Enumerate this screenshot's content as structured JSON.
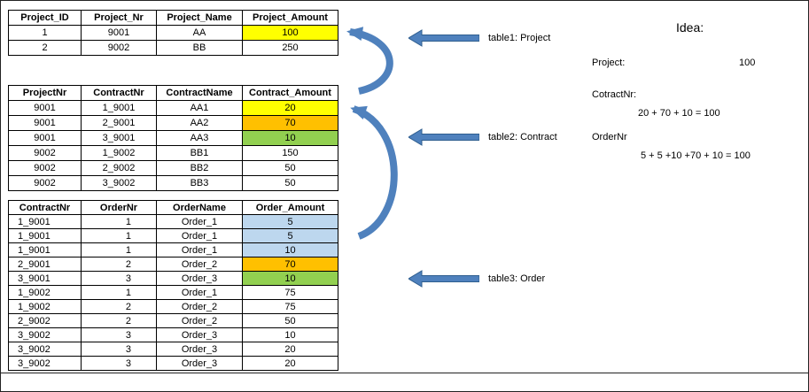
{
  "colors": {
    "yellow": "#ffff00",
    "orange": "#ffc000",
    "green": "#92d050",
    "blue": "#bdd7ee",
    "arrow_fill": "#4f81bd",
    "arrow_edge": "#2e5e8f"
  },
  "tables": [
    {
      "label": "table1: Project",
      "headers": [
        "Project_ID",
        "Project_Nr",
        "Project_Name",
        "Project_Amount"
      ],
      "rows": [
        {
          "cells": [
            "1",
            "9001",
            "AA",
            "100"
          ],
          "hl": "yellow"
        },
        {
          "cells": [
            "2",
            "9002",
            "BB",
            "250"
          ],
          "hl": null
        }
      ]
    },
    {
      "label": "table2: Contract",
      "headers": [
        "ProjectNr",
        "ContractNr",
        "ContractName",
        "Contract_Amount"
      ],
      "rows": [
        {
          "cells": [
            "9001",
            "1_9001",
            "AA1",
            "20"
          ],
          "hl": "yellow"
        },
        {
          "cells": [
            "9001",
            "2_9001",
            "AA2",
            "70"
          ],
          "hl": "orange"
        },
        {
          "cells": [
            "9001",
            "3_9001",
            "AA3",
            "10"
          ],
          "hl": "green"
        },
        {
          "cells": [
            "9002",
            "1_9002",
            "BB1",
            "150"
          ],
          "hl": null
        },
        {
          "cells": [
            "9002",
            "2_9002",
            "BB2",
            "50"
          ],
          "hl": null
        },
        {
          "cells": [
            "9002",
            "3_9002",
            "BB3",
            "50"
          ],
          "hl": null
        }
      ]
    },
    {
      "label": "table3: Order",
      "headers": [
        "ContractNr",
        "OrderNr",
        "OrderName",
        "Order_Amount"
      ],
      "rows": [
        {
          "cells": [
            "1_9001",
            "1",
            "Order_1",
            "5"
          ],
          "hl": "blue"
        },
        {
          "cells": [
            "1_9001",
            "1",
            "Order_1",
            "5"
          ],
          "hl": "blue"
        },
        {
          "cells": [
            "1_9001",
            "1",
            "Order_1",
            "10"
          ],
          "hl": "blue"
        },
        {
          "cells": [
            "2_9001",
            "2",
            "Order_2",
            "70"
          ],
          "hl": "orange"
        },
        {
          "cells": [
            "3_9001",
            "3",
            "Order_3",
            "10"
          ],
          "hl": "green"
        },
        {
          "cells": [
            "1_9002",
            "1",
            "Order_1",
            "75"
          ],
          "hl": null
        },
        {
          "cells": [
            "1_9002",
            "2",
            "Order_2",
            "75"
          ],
          "hl": null
        },
        {
          "cells": [
            "2_9002",
            "2",
            "Order_2",
            "50"
          ],
          "hl": null
        },
        {
          "cells": [
            "3_9002",
            "3",
            "Order_3",
            "10"
          ],
          "hl": null
        },
        {
          "cells": [
            "3_9002",
            "3",
            "Order_3",
            "20"
          ],
          "hl": null
        },
        {
          "cells": [
            "3_9002",
            "3",
            "Order_3",
            "20"
          ],
          "hl": null
        }
      ]
    }
  ],
  "arrow_labels": [
    "table1: Project",
    "table2: Contract",
    "table3: Order"
  ],
  "idea": {
    "title": "Idea:",
    "project_label": "Project:",
    "project_value": "100",
    "contract_label": "CotractNr:",
    "contract_sum": "20 + 70 + 10 = 100",
    "order_label": "OrderNr",
    "order_sum": "5 + 5 +10 +70 + 10 = 100"
  }
}
